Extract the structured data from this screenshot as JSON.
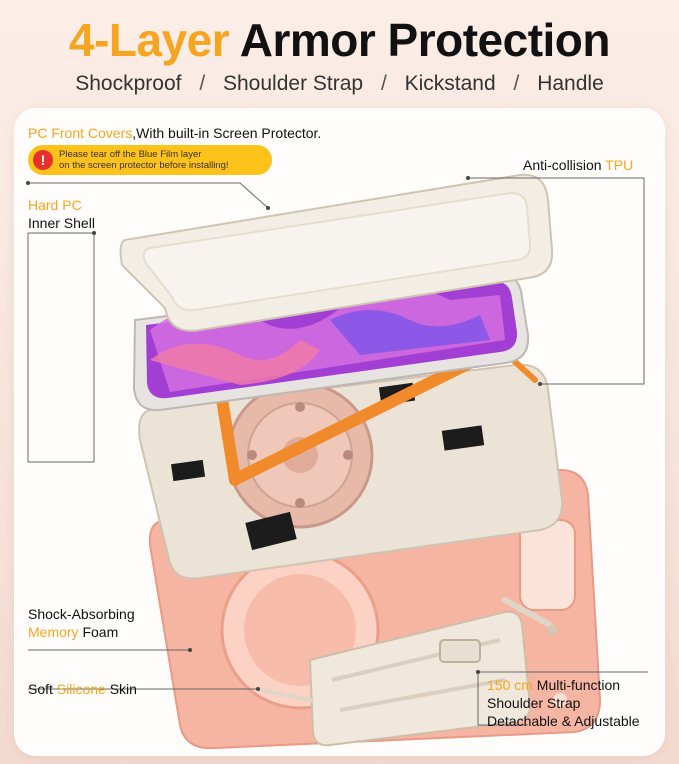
{
  "header": {
    "title_accent": "4-Layer",
    "title_rest": "Armor Protection",
    "features": [
      "Shockproof",
      "Shoulder Strap",
      "Kickstand",
      "Handle"
    ],
    "separator": "/"
  },
  "callouts": {
    "pc_front": {
      "accent": "PC Front Covers",
      "rest": ",With built-in Screen Protector."
    },
    "warning": {
      "icon_glyph": "!",
      "line1": "Please tear off the Blue Film layer",
      "line2": "on the screen protector before installing!"
    },
    "tpu": {
      "prefix": "Anti-collision ",
      "accent": "TPU"
    },
    "hard_pc": {
      "accent": "Hard PC",
      "line2": "Inner Shell"
    },
    "foam": {
      "line1": "Shock-Absorbing",
      "accent": "Memory",
      "rest": " Foam"
    },
    "silicone": {
      "prefix": "Soft ",
      "accent": "Silicone",
      "rest": " Skin"
    },
    "strap": {
      "accent": "150 cm",
      "rest": " Multi-function",
      "line2": "Shoulder Strap",
      "line3": "Detachable & Adjustable"
    }
  },
  "colors": {
    "accent": "#f5a51f",
    "warning_bg": "#ffc21a",
    "warning_icon": "#e7302a",
    "silicone": "#f6b5a3",
    "shell": "#ece3d7",
    "handle": "#f08a2a",
    "tablet_screen": "#a23ed4"
  }
}
